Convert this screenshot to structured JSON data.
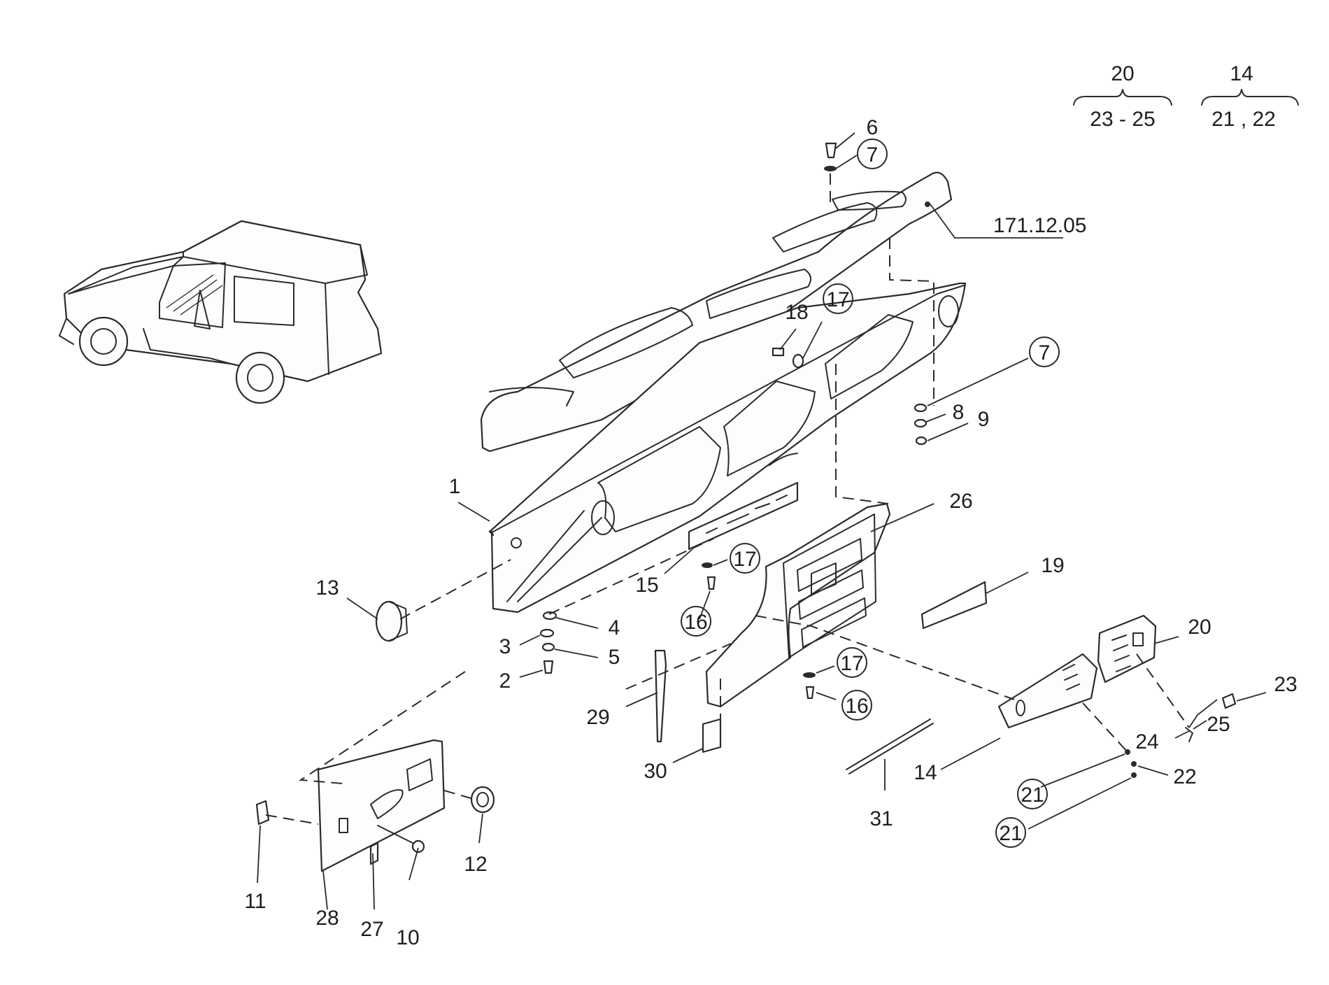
{
  "reference": {
    "group_a": {
      "top": "20",
      "bottom": "23 - 25"
    },
    "group_b": {
      "top": "14",
      "bottom": "21 , 22"
    }
  },
  "cross_reference": "171.12.05",
  "callouts": [
    {
      "id": "c1",
      "text": "1",
      "circled": false
    },
    {
      "id": "c2",
      "text": "2",
      "circled": false
    },
    {
      "id": "c3",
      "text": "3",
      "circled": false
    },
    {
      "id": "c4",
      "text": "4",
      "circled": false
    },
    {
      "id": "c5",
      "text": "5",
      "circled": false
    },
    {
      "id": "c6",
      "text": "6",
      "circled": false
    },
    {
      "id": "c7a",
      "text": "7",
      "circled": true
    },
    {
      "id": "c7b",
      "text": "7",
      "circled": true
    },
    {
      "id": "c8",
      "text": "8",
      "circled": false
    },
    {
      "id": "c9",
      "text": "9",
      "circled": false
    },
    {
      "id": "c10",
      "text": "10",
      "circled": false
    },
    {
      "id": "c11",
      "text": "11",
      "circled": false
    },
    {
      "id": "c12",
      "text": "12",
      "circled": false
    },
    {
      "id": "c13",
      "text": "13",
      "circled": false
    },
    {
      "id": "c14",
      "text": "14",
      "circled": false
    },
    {
      "id": "c15",
      "text": "15",
      "circled": false
    },
    {
      "id": "c16a",
      "text": "16",
      "circled": true
    },
    {
      "id": "c16b",
      "text": "16",
      "circled": true
    },
    {
      "id": "c17a",
      "text": "17",
      "circled": true
    },
    {
      "id": "c17b",
      "text": "17",
      "circled": true
    },
    {
      "id": "c17c",
      "text": "17",
      "circled": true
    },
    {
      "id": "c18",
      "text": "18",
      "circled": false
    },
    {
      "id": "c19",
      "text": "19",
      "circled": false
    },
    {
      "id": "c20",
      "text": "20",
      "circled": false
    },
    {
      "id": "c21a",
      "text": "21",
      "circled": true
    },
    {
      "id": "c21b",
      "text": "21",
      "circled": true
    },
    {
      "id": "c22",
      "text": "22",
      "circled": false
    },
    {
      "id": "c23",
      "text": "23",
      "circled": false
    },
    {
      "id": "c24",
      "text": "24",
      "circled": false
    },
    {
      "id": "c25",
      "text": "25",
      "circled": false
    },
    {
      "id": "c26",
      "text": "26",
      "circled": false
    },
    {
      "id": "c27",
      "text": "27",
      "circled": false
    },
    {
      "id": "c28",
      "text": "28",
      "circled": false
    },
    {
      "id": "c29",
      "text": "29",
      "circled": false
    },
    {
      "id": "c30",
      "text": "30",
      "circled": false
    },
    {
      "id": "c31",
      "text": "31",
      "circled": false
    }
  ]
}
